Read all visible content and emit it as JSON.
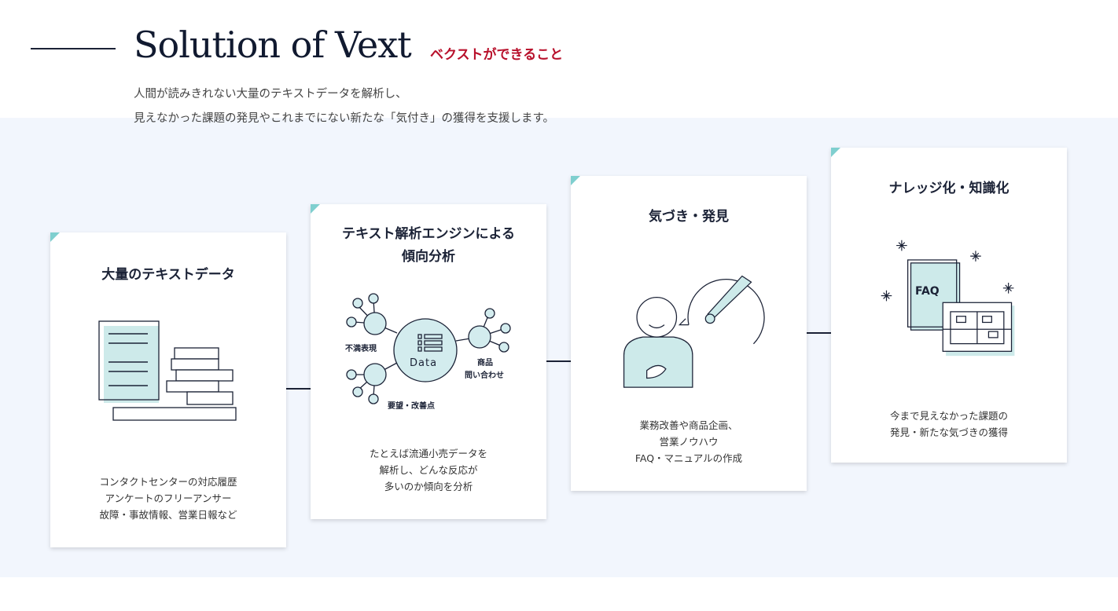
{
  "header": {
    "title": "Solution of Vext",
    "subtitle": "ベクストができること",
    "lead": [
      "人間が読みきれない大量のテキストデータを解析し、",
      "見えなかった課題の発見やこれまでにない新たな「気付き」の獲得を支援します。"
    ]
  },
  "accent": "#7fcfcf",
  "cards": [
    {
      "title": [
        "大量のテキストデータ"
      ],
      "desc": [
        "コンタクトセンターの対応履歴",
        "アンケートのフリーアンサー",
        "故障・事故情報、営業日報など"
      ]
    },
    {
      "title": [
        "テキスト解析エンジンによる",
        "傾向分析"
      ],
      "desc": [
        "たとえば流通小売データを",
        "解析し、どんな反応が",
        "多いのか傾向を分析"
      ],
      "diagram": {
        "center": "Data",
        "labels": [
          "不満表現",
          "要望・改善点",
          "商品",
          "問い合わせ"
        ]
      }
    },
    {
      "title": [
        "気づき・発見"
      ],
      "desc": [
        "業務改善や商品企画、",
        "営業ノウハウ",
        "FAQ・マニュアルの作成"
      ]
    },
    {
      "title": [
        "ナレッジ化・知識化"
      ],
      "desc": [
        "今まで見えなかった課題の",
        "発見・新たな気づきの獲得"
      ],
      "icon_label": "FAQ"
    }
  ]
}
